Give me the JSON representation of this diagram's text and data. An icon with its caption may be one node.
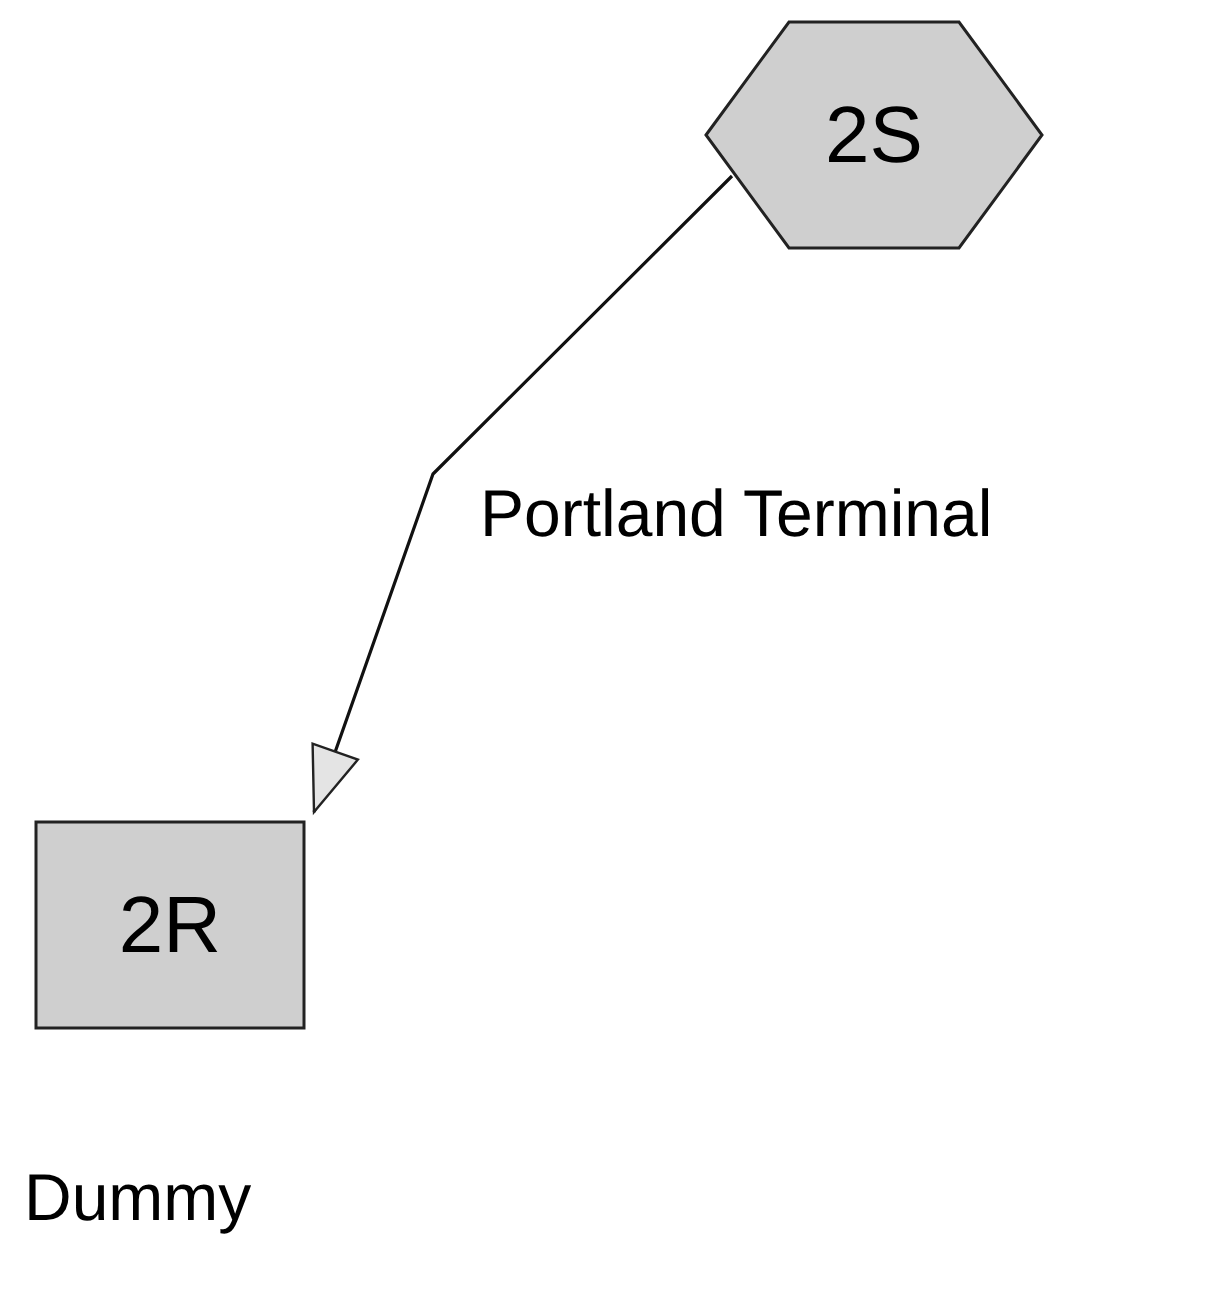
{
  "diagram": {
    "nodes": [
      {
        "text": [
          "2S"
        ],
        "beside": [
          "Portland Terminal"
        ]
      },
      {
        "text": [
          "2R"
        ],
        "beside": [
          "Dummy"
        ]
      }
    ],
    "edges": [
      {
        "from": 0,
        "to": 1,
        "arrow": "to"
      }
    ]
  }
}
